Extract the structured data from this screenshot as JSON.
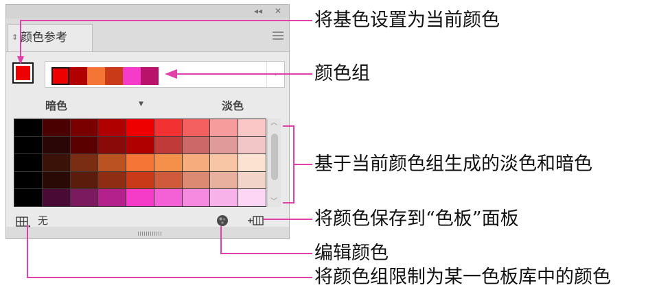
{
  "panel": {
    "tab_label": "颜色参考",
    "base_color": "#ee0000",
    "color_group": [
      "#ee0000",
      "#b00000",
      "#f47535",
      "#c83a18",
      "#f53cc8",
      "#b8126a"
    ],
    "dark_label": "暗色",
    "light_label": "淡色",
    "library_label": "无",
    "variation_grid": [
      [
        "#000000",
        "#4a0000",
        "#7a0000",
        "#b00000",
        "#ee0000",
        "#f23232",
        "#f46060",
        "#f69c9c",
        "#fac6c6"
      ],
      [
        "#000000",
        "#2a0606",
        "#5a0000",
        "#8a0a0a",
        "#b00000",
        "#c03a3a",
        "#cc6868",
        "#e09a9a",
        "#f2c6c6"
      ],
      [
        "#000000",
        "#3a1208",
        "#7a2d12",
        "#ba5222",
        "#f47535",
        "#f4904a",
        "#f6ac7c",
        "#f8c6a4",
        "#fce2d0"
      ],
      [
        "#000000",
        "#2a0a04",
        "#5c1c0c",
        "#8e2c14",
        "#c83a18",
        "#d05a3c",
        "#dc8a72",
        "#e8b09e",
        "#f2d4c8"
      ],
      [
        "#000000",
        "#4a0a36",
        "#7c1a60",
        "#b4208c",
        "#f53cc8",
        "#f460d6",
        "#f68ae0",
        "#f8b2ea",
        "#fcd6f4"
      ]
    ]
  },
  "callouts": {
    "set_base": "将基色设置为当前颜色",
    "color_group": "颜色组",
    "variations": "基于当前颜色组生成的淡色和暗色",
    "save_swatches": "将颜色保存到“色板”面板",
    "edit_colors": "编辑颜色",
    "limit_library": "将颜色组限制为某一色板库中的颜色"
  },
  "accent_color": "#e040a8"
}
